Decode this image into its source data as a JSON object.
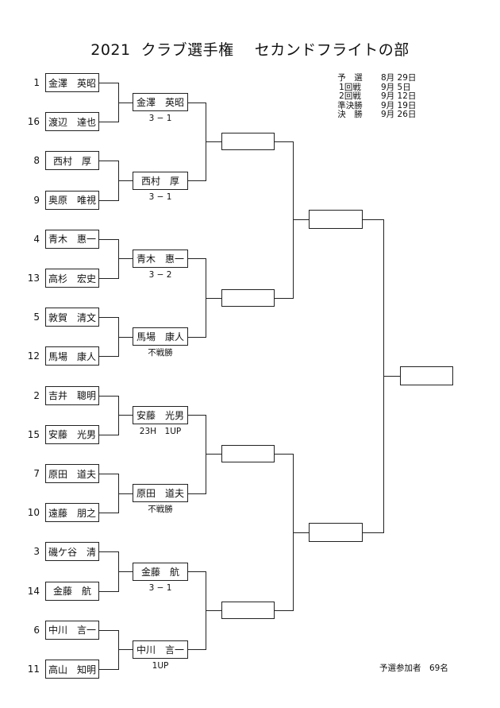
{
  "title": "2021  クラブ選手権　 セカンドフライトの部",
  "schedule": [
    {
      "label": "予　選",
      "date": "8月 29日"
    },
    {
      "label": "1回戦",
      "date": "9月 5日"
    },
    {
      "label": "2回戦",
      "date": "9月 12日"
    },
    {
      "label": "準決勝",
      "date": "9月 19日"
    },
    {
      "label": "決　勝",
      "date": "9月 26日"
    }
  ],
  "players": [
    {
      "seed": "1",
      "name": "金澤　英昭"
    },
    {
      "seed": "16",
      "name": "渡辺　達也"
    },
    {
      "seed": "8",
      "name": "西村　厚"
    },
    {
      "seed": "9",
      "name": "奥原　唯視"
    },
    {
      "seed": "4",
      "name": "青木　惠一"
    },
    {
      "seed": "13",
      "name": "高杉　宏史"
    },
    {
      "seed": "5",
      "name": "敦賀　清文"
    },
    {
      "seed": "12",
      "name": "馬場　康人"
    },
    {
      "seed": "2",
      "name": "吉井　聰明"
    },
    {
      "seed": "15",
      "name": "安藤　光男"
    },
    {
      "seed": "7",
      "name": "原田　道夫"
    },
    {
      "seed": "10",
      "name": "遠藤　朋之"
    },
    {
      "seed": "3",
      "name": "磯ケ谷　清"
    },
    {
      "seed": "14",
      "name": "金藤　航"
    },
    {
      "seed": "6",
      "name": "中川　言一"
    },
    {
      "seed": "11",
      "name": "高山　知明"
    }
  ],
  "round1_winners": [
    {
      "name": "金澤　英昭",
      "result": "3 − 1"
    },
    {
      "name": "西村　厚",
      "result": "3 − 1"
    },
    {
      "name": "青木　惠一",
      "result": "3 − 2"
    },
    {
      "name": "馬場　康人",
      "result": "不戦勝"
    },
    {
      "name": "安藤　光男",
      "result": "23H　1UP"
    },
    {
      "name": "原田　道夫",
      "result": "不戦勝"
    },
    {
      "name": "金藤　航",
      "result": "3 − 1"
    },
    {
      "name": "中川　言一",
      "result": "1UP"
    }
  ],
  "round2_winners": [
    "",
    "",
    "",
    ""
  ],
  "semifinal_winners": [
    "",
    ""
  ],
  "champion": "",
  "footer": "予選参加者　69名"
}
